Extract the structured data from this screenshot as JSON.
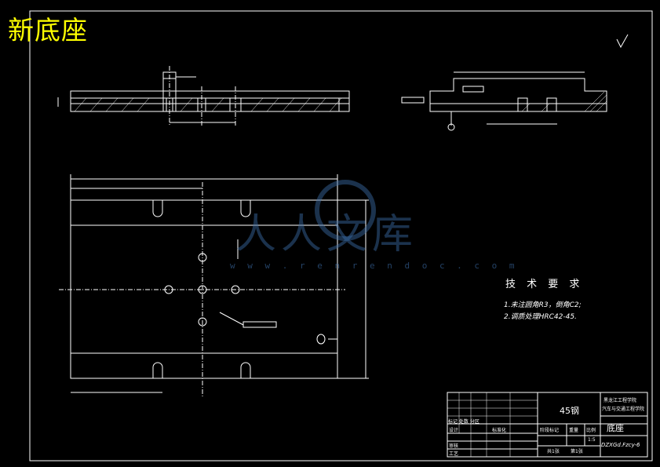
{
  "header": {
    "title": "新底座"
  },
  "watermark": {
    "text": "人人文库",
    "url": "w w w . r e n r e n d o c . c o m"
  },
  "technical_requirements": {
    "title": "技 术 要 求",
    "items": [
      "1.未注圆角R3，倒角C2;",
      "2.调质处理HRC42-45."
    ]
  },
  "title_block": {
    "material": "45钢",
    "school_line1": "黑龙江工程学院",
    "school_line2": "汽车与交通工程学院",
    "part_name": "底座",
    "drawing_no": "DZXGd.Fzcy-6",
    "scale": "1:5",
    "stage_label": "阶段标记",
    "weight_label": "重量",
    "scale_label": "比例",
    "sheet_total": "共1张",
    "sheet_no": "第1张",
    "row_labels": [
      "标记 处数 分区",
      "设计",
      "审核",
      "工艺"
    ],
    "std_label": "标准化"
  },
  "colors": {
    "background": "#000000",
    "lines": "#ffffff",
    "title": "#ffff00",
    "watermark": "#3c6eaa"
  }
}
